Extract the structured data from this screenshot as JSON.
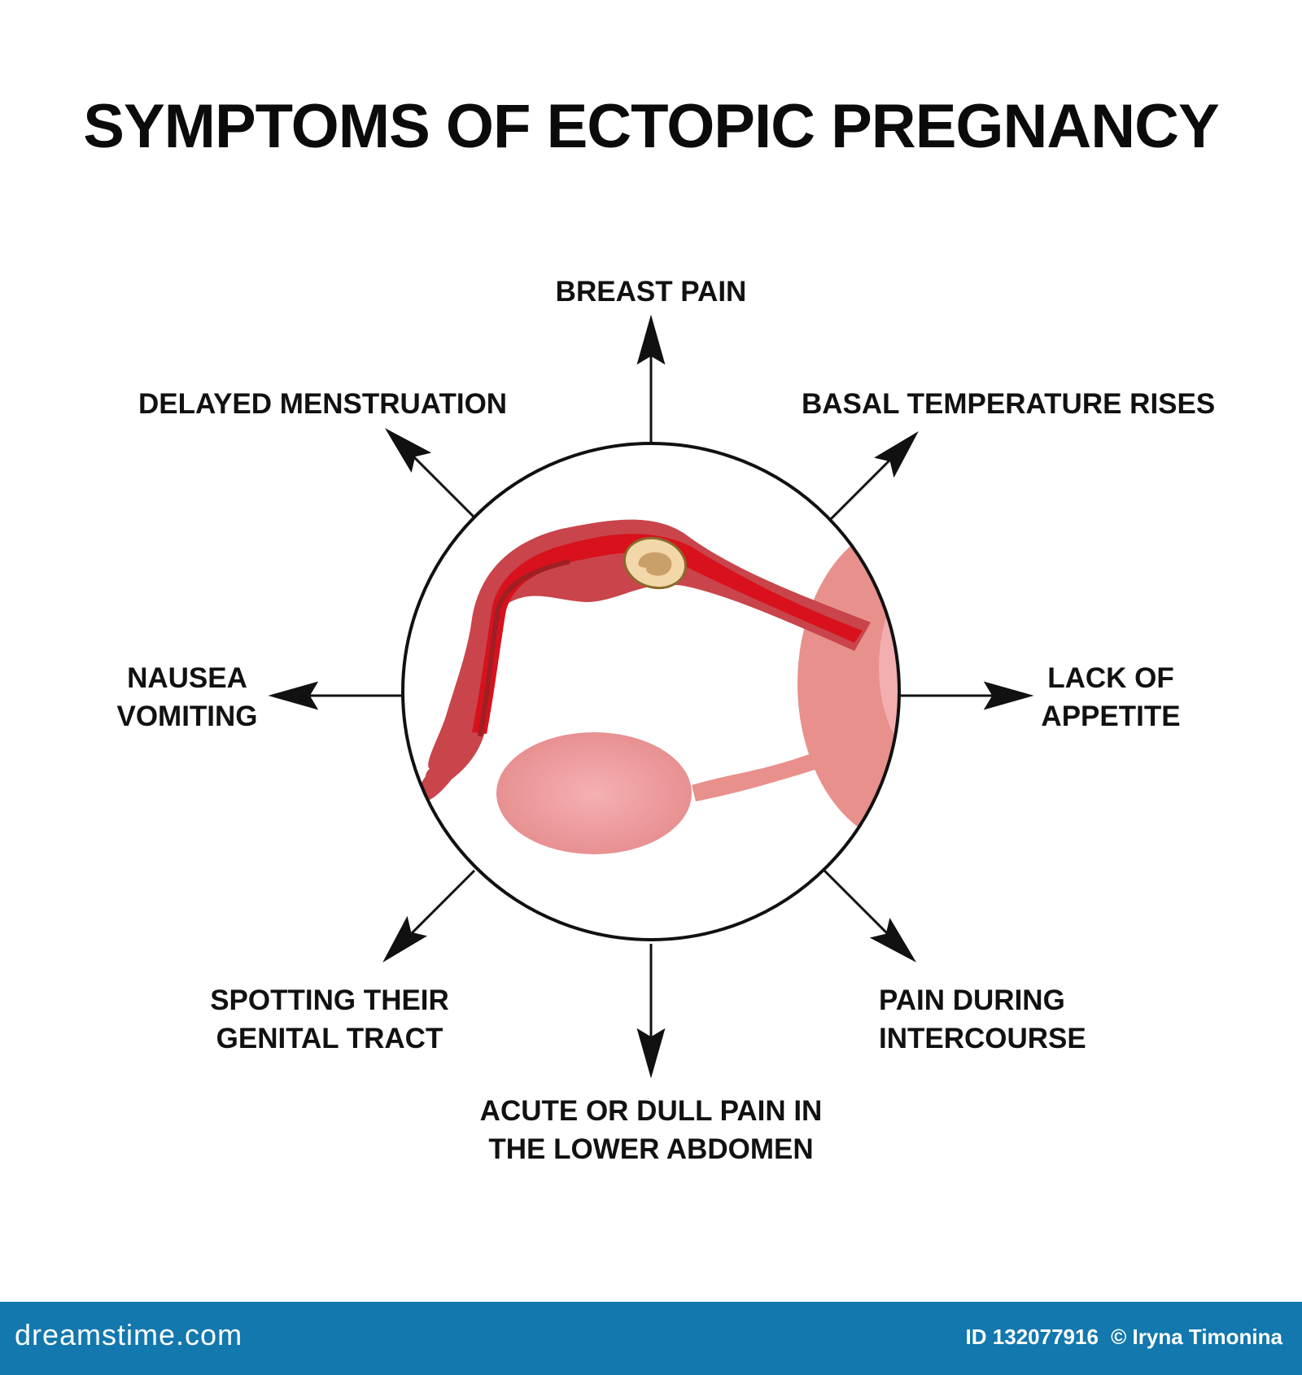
{
  "title": "SYMPTOMS OF ECTOPIC PREGNANCY",
  "symptoms": {
    "top": "BREAST PAIN",
    "top_left": "DELAYED MENSTRUATION",
    "top_right": "BASAL TEMPERATURE RISES",
    "left": [
      "NAUSEA",
      "VOMITING"
    ],
    "right": [
      "LACK OF",
      "APPETITE"
    ],
    "bottom_left": [
      "SPOTTING THEIR",
      "GENITAL TRACT"
    ],
    "bottom_right": [
      "PAIN DURING",
      "INTERCOURSE"
    ],
    "bottom": [
      "ACUTE OR DULL PAIN IN",
      "THE LOWER ABDOMEN"
    ]
  },
  "footer": {
    "logo": "dreamstime.com",
    "id": "ID 132077916",
    "author": "© Iryna Timonina"
  },
  "colors": {
    "tube_dark": "#c0323b",
    "tube_bright": "#d8111c",
    "tissue_light": "#e8908c",
    "tissue_pink": "#f3aeb0",
    "embryo": "#e8c79a",
    "footer_bg": "#1278ae"
  }
}
